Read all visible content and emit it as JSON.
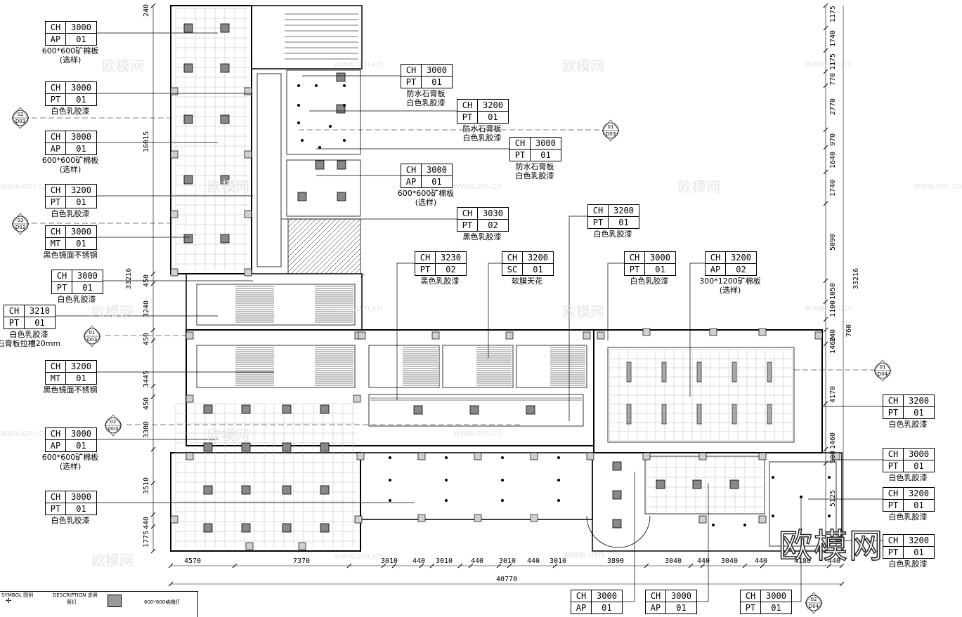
{
  "tags": [
    {
      "id": "t1",
      "l1": "CH",
      "v1": "3000",
      "l2": "AP",
      "v2": "01",
      "note": "600*600矿棉板\n(选样)"
    },
    {
      "id": "t2",
      "l1": "CH",
      "v1": "3000",
      "l2": "PT",
      "v2": "01",
      "note": "白色乳胶漆"
    },
    {
      "id": "t3",
      "l1": "CH",
      "v1": "3000",
      "l2": "AP",
      "v2": "01",
      "note": "600*600矿棉板\n(选样)"
    },
    {
      "id": "t4",
      "l1": "CH",
      "v1": "3200",
      "l2": "PT",
      "v2": "01",
      "note": "白色乳胶漆"
    },
    {
      "id": "t5",
      "l1": "CH",
      "v1": "3000",
      "l2": "MT",
      "v2": "01",
      "note": "黑色镜面不锈钢"
    },
    {
      "id": "t6",
      "l1": "CH",
      "v1": "3000",
      "l2": "PT",
      "v2": "01",
      "note": "白色乳胶漆"
    },
    {
      "id": "t7",
      "l1": "CH",
      "v1": "3210",
      "l2": "PT",
      "v2": "01",
      "note": "白色乳胶漆\n石膏板拉槽20mm"
    },
    {
      "id": "t8",
      "l1": "CH",
      "v1": "3200",
      "l2": "MT",
      "v2": "01",
      "note": "黑色镜面不锈钢"
    },
    {
      "id": "t9",
      "l1": "CH",
      "v1": "3000",
      "l2": "AP",
      "v2": "01",
      "note": "600*600矿棉板\n(选样)"
    },
    {
      "id": "t10",
      "l1": "CH",
      "v1": "3000",
      "l2": "PT",
      "v2": "01",
      "note": "白色乳胶漆"
    },
    {
      "id": "t11",
      "l1": "CH",
      "v1": "3000",
      "l2": "PT",
      "v2": "01",
      "note": "防水石膏板\n白色乳胶漆"
    },
    {
      "id": "t12",
      "l1": "CH",
      "v1": "3200",
      "l2": "PT",
      "v2": "01",
      "note": "防水石膏板\n白色乳胶漆"
    },
    {
      "id": "t13",
      "l1": "CH",
      "v1": "3000",
      "l2": "PT",
      "v2": "01",
      "note": "防水石膏板\n白色乳胶漆"
    },
    {
      "id": "t14",
      "l1": "CH",
      "v1": "3000",
      "l2": "AP",
      "v2": "01",
      "note": "600*600矿棉板\n(选样)"
    },
    {
      "id": "t15",
      "l1": "CH",
      "v1": "3030",
      "l2": "PT",
      "v2": "02",
      "note": "黑色乳胶漆"
    },
    {
      "id": "t16",
      "l1": "CH",
      "v1": "3200",
      "l2": "PT",
      "v2": "01",
      "note": "白色乳胶漆"
    },
    {
      "id": "t17",
      "l1": "CH",
      "v1": "3230",
      "l2": "PT",
      "v2": "02",
      "note": "黑色乳胶漆"
    },
    {
      "id": "t18",
      "l1": "CH",
      "v1": "3200",
      "l2": "SC",
      "v2": "01",
      "note": "软膜天花"
    },
    {
      "id": "t19",
      "l1": "CH",
      "v1": "3000",
      "l2": "PT",
      "v2": "01",
      "note": "白色乳胶漆"
    },
    {
      "id": "t20",
      "l1": "CH",
      "v1": "3200",
      "l2": "AP",
      "v2": "02",
      "note": "300*1200矿棉板\n(选样)"
    },
    {
      "id": "t21",
      "l1": "CH",
      "v1": "3200",
      "l2": "PT",
      "v2": "01",
      "note": "白色乳胶漆"
    },
    {
      "id": "t22",
      "l1": "CH",
      "v1": "3000",
      "l2": "PT",
      "v2": "01",
      "note": "白色乳胶漆"
    },
    {
      "id": "t23",
      "l1": "CH",
      "v1": "3200",
      "l2": "PT",
      "v2": "01",
      "note": "白色乳胶漆"
    },
    {
      "id": "t24",
      "l1": "CH",
      "v1": "3200",
      "l2": "PT",
      "v2": "01",
      "note": "白色乳胶漆"
    },
    {
      "id": "t25",
      "l1": "CH",
      "v1": "3000",
      "l2": "AP",
      "v2": "01",
      "note": ""
    },
    {
      "id": "t26",
      "l1": "CH",
      "v1": "3000",
      "l2": "AP",
      "v2": "01",
      "note": ""
    },
    {
      "id": "t27",
      "l1": "CH",
      "v1": "3000",
      "l2": "PT",
      "v2": "01",
      "note": ""
    }
  ],
  "dims_bottom": [
    "4570",
    "7370",
    "3010",
    "440",
    "3010",
    "440",
    "3010",
    "440",
    "3010",
    "3890",
    "3040",
    "440",
    "3040",
    "440",
    "4180",
    "440"
  ],
  "dim_total": "40770",
  "dims_left": [
    "240",
    "16015",
    "450",
    "3240",
    "450",
    "3445",
    "450",
    "3300",
    "3510",
    "440",
    "1775"
  ],
  "dim_left_total": "33216",
  "dims_right": [
    "1175",
    "1740",
    "1175",
    "770",
    "2770",
    "970",
    "1640",
    "1740",
    "5090",
    "1050",
    "1100",
    "240",
    "1460",
    "4170",
    "1460",
    "900",
    "5125"
  ],
  "dim_right_small": "760",
  "dim_right_total": "33216",
  "sections": [
    {
      "id": "s1",
      "top": "02",
      "bot": "D03"
    },
    {
      "id": "s2",
      "top": "01",
      "bot": "D03"
    },
    {
      "id": "s3",
      "top": "03",
      "bot": "D02"
    },
    {
      "id": "s4",
      "top": "01",
      "bot": "D03"
    },
    {
      "id": "s5",
      "top": "02",
      "bot": "D03"
    },
    {
      "id": "s6",
      "top": "01",
      "bot": "D04"
    },
    {
      "id": "s7",
      "top": "02",
      "bot": "D04"
    }
  ],
  "legend": {
    "symbol_col": "SYMBOL 图例",
    "desc_col": "DESCRIPTION 说明",
    "item1": "筒灯",
    "item2": "600*600格栅灯"
  },
  "watermark_main": "欧模网",
  "watermark_url": "www.om.cn",
  "brand": "欧模网"
}
